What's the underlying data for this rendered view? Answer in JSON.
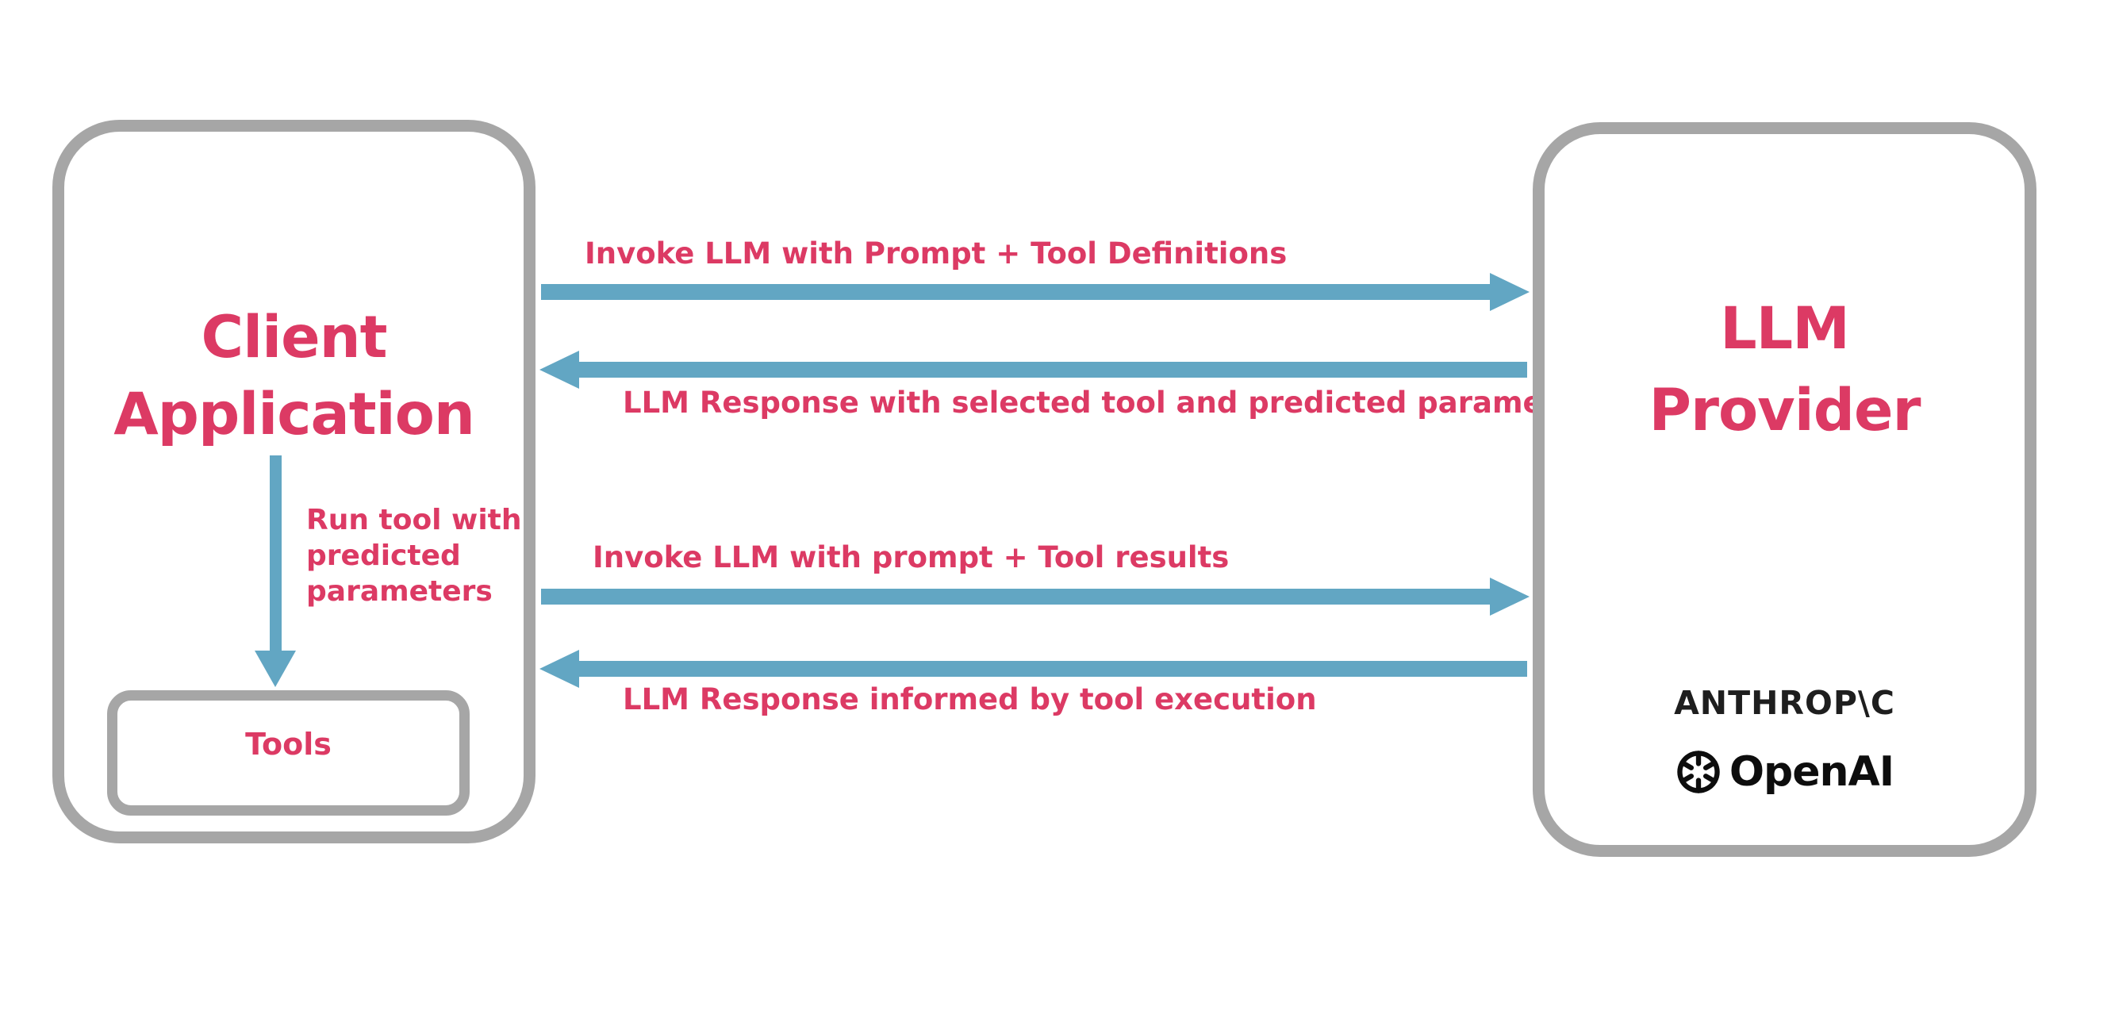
{
  "colors": {
    "pink": "#dc3a64",
    "blue": "#62a6c3",
    "gray": "#a6a6a6",
    "logo_dark": "#1e1e1e"
  },
  "client_box": {
    "title_lines": [
      "Client",
      "Application"
    ],
    "tools_label": "Tools"
  },
  "tool_run": {
    "label_lines": [
      "Run tool with",
      "predicted",
      "parameters"
    ]
  },
  "flows": [
    {
      "direction": "right",
      "label": "Invoke LLM with Prompt + Tool Definitions"
    },
    {
      "direction": "left",
      "label": "LLM Response with selected tool and predicted parameters"
    },
    {
      "direction": "right",
      "label": "Invoke LLM with prompt + Tool results"
    },
    {
      "direction": "left",
      "label": "LLM Response informed by tool execution"
    }
  ],
  "llm_box": {
    "title_lines": [
      "LLM",
      "Provider"
    ],
    "anthropic_wordmark": "ANTHROP\\C",
    "openai_wordmark": "OpenAI"
  }
}
